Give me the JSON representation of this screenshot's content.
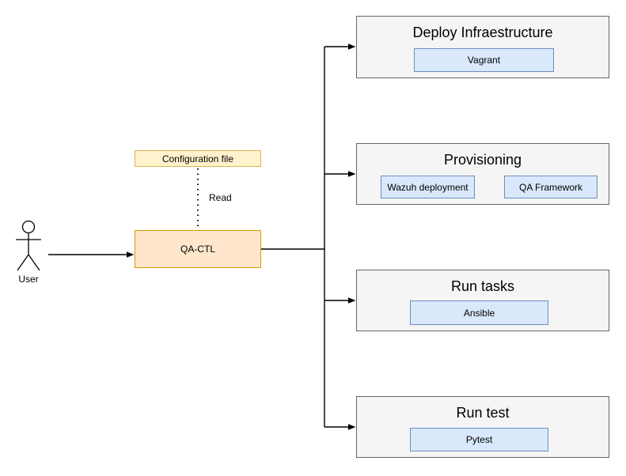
{
  "diagram": {
    "actor": {
      "label": "User"
    },
    "config_file": {
      "label": "Configuration file"
    },
    "edge_labels": {
      "read": "Read"
    },
    "qa_ctl": {
      "label": "QA-CTL"
    },
    "stages": [
      {
        "title": "Deploy Infraestructure",
        "items": [
          {
            "label": "Vagrant"
          }
        ]
      },
      {
        "title": "Provisioning",
        "items": [
          {
            "label": "Wazuh deployment"
          },
          {
            "label": "QA Framework"
          }
        ]
      },
      {
        "title": "Run tasks",
        "items": [
          {
            "label": "Ansible"
          }
        ]
      },
      {
        "title": "Run test",
        "items": [
          {
            "label": "Pytest"
          }
        ]
      }
    ],
    "colors": {
      "stage_fill": "#f5f5f5",
      "stage_border": "#666666",
      "item_fill": "#dae8fc",
      "item_border": "#6c8ebf",
      "config_fill": "#fff2cc",
      "config_border": "#d6b656",
      "qactl_fill": "#ffe6cc",
      "qactl_border": "#d79b00",
      "connector": "#000000"
    }
  }
}
